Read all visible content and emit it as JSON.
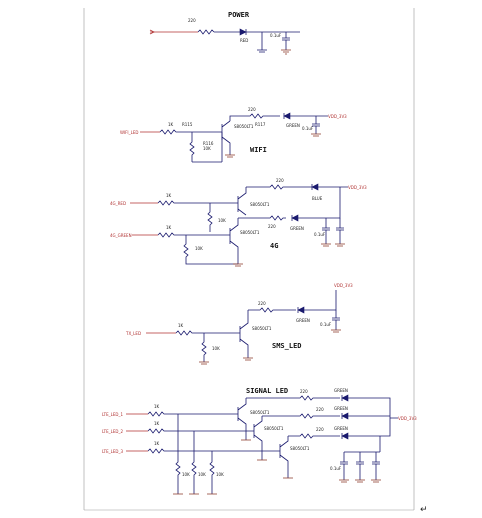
{
  "sections": {
    "power": {
      "title": "POWER",
      "r": "220",
      "led_color": "RED",
      "cap": "0.1uF"
    },
    "wifi": {
      "title": "WIFI",
      "net": "WIFI_LED",
      "r1": "1K",
      "r1_ref": "R115",
      "r2": "10K",
      "r2_ref": "R116",
      "transistor": "S8050LT1",
      "r3": "220",
      "r3_ref": "R117",
      "led_color": "GREEN",
      "cap": "0.1uF",
      "out": "VDD_3V3"
    },
    "g4": {
      "title": "4G",
      "net_red": "4G_RED",
      "net_green": "4G_GREEN",
      "r_base": "1K",
      "r_pull": "10K",
      "transistor": "S8050LT1",
      "r_led": "220",
      "led_red": "BLUE",
      "led_green": "GREEN",
      "cap": "0.1uF",
      "out": "VDD_3V3"
    },
    "sms": {
      "title": "SMS_LED",
      "net": "TX_LED",
      "r1": "1K",
      "r2": "10K",
      "transistor": "S8050LT1",
      "r3": "220",
      "led_color": "GREEN",
      "cap": "0.1uF",
      "out": "VDD_3V3"
    },
    "signal": {
      "title": "SIGNAL LED",
      "nets": [
        "LTE_LED_1",
        "LTE_LED_2",
        "LTE_LED_3"
      ],
      "r_base": "1K",
      "r_pull": "10K",
      "transistor": "S8050LT1",
      "r_led": "220",
      "led_color": "GREEN",
      "cap": "0.1uF",
      "out": "VDD_3V3"
    }
  },
  "return_mark": "↵"
}
